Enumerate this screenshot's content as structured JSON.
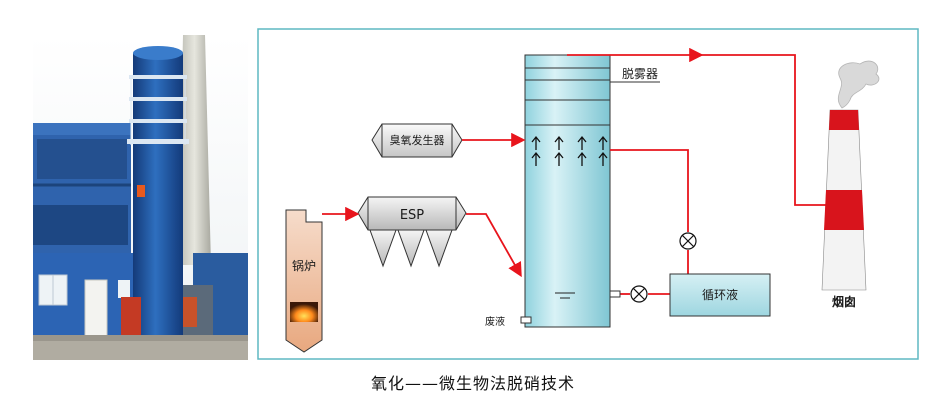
{
  "caption": "氧化——微生物法脱硝技术",
  "labels": {
    "demister": "脱雾器",
    "ozone_generator": "臭氧发生器",
    "esp": "ESP",
    "boiler": "锅炉",
    "circulating_liquid": "循环液",
    "waste_liquid": "废液",
    "chimney": "烟囱"
  },
  "colors": {
    "frame": "#5fb8c2",
    "flue_line": "#e8141c",
    "tower_fill": "#a7dde6",
    "tank_fill": "#b9e3ea",
    "boiler_fill": "#f0c6a8",
    "chimney_red": "#d8141c"
  },
  "icons": [
    "valve-icon",
    "flame-icon",
    "smoke-icon",
    "up-arrow-icon"
  ]
}
